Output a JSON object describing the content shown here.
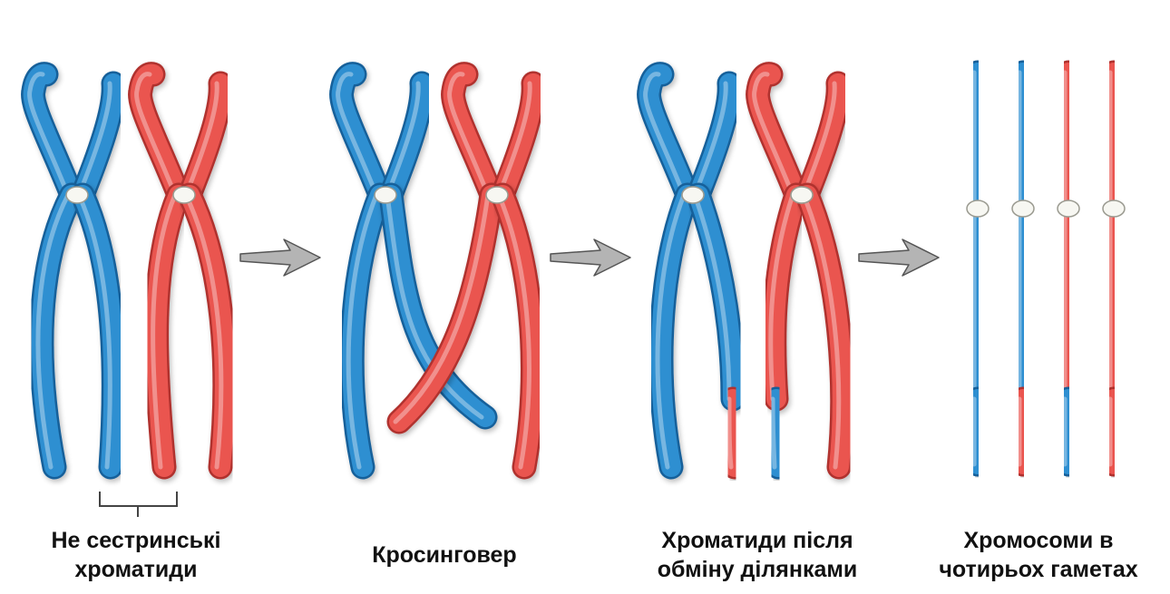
{
  "colors": {
    "maternal": "#2e8fd1",
    "maternal_dark": "#17609a",
    "paternal": "#ea5550",
    "paternal_dark": "#b0302f",
    "centromere": "#f7f7f2",
    "arrow": "#b4b4b4"
  },
  "stages": [
    {
      "caption_line1": "Не сестринські",
      "caption_line2": "хроматиди"
    },
    {
      "caption_line1": "Кросинговер",
      "caption_line2": ""
    },
    {
      "caption_line1": "Хроматиди після",
      "caption_line2": "обміну ділянками"
    },
    {
      "caption_line1": "Хромосоми в",
      "caption_line2": "чотирьох гаметах"
    }
  ]
}
